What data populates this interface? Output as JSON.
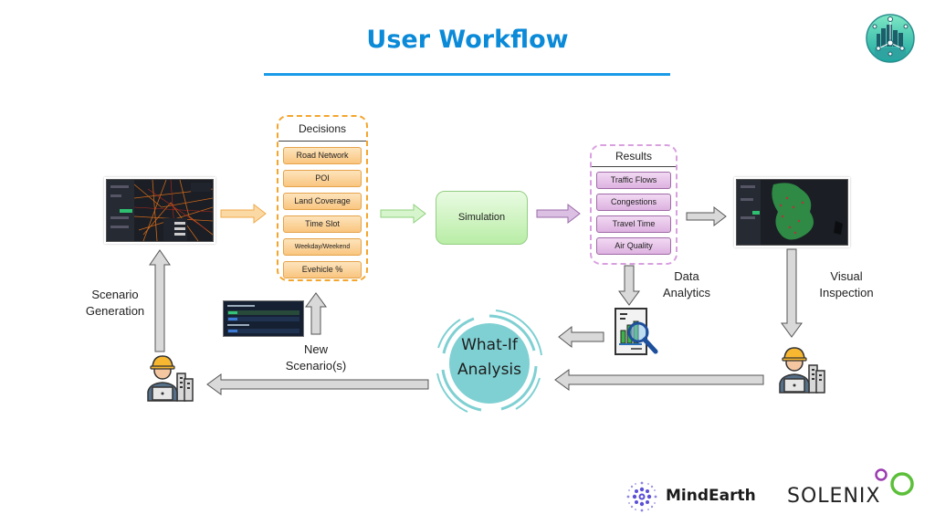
{
  "title": "User Workflow",
  "colors": {
    "title": "#0b8ad8",
    "decisions_accent": "#f4a52c",
    "results_accent": "#d9a0e0",
    "simulation_accent": "#92cf82",
    "whatif_fill": "#7fd0d3"
  },
  "decisions": {
    "header": "Decisions",
    "items": [
      "Road Network",
      "POI",
      "Land Coverage",
      "Time Slot",
      "Weekday/Weekend",
      "Evehicle %"
    ]
  },
  "simulation": {
    "label": "Simulation"
  },
  "results": {
    "header": "Results",
    "items": [
      "Traffic Flows",
      "Congestions",
      "Travel Time",
      "Air Quality"
    ]
  },
  "labels": {
    "scenario_generation": [
      "Scenario",
      "Generation"
    ],
    "new_scenarios": [
      "New",
      "Scenario(s)"
    ],
    "data_analytics": [
      "Data",
      "Analytics"
    ],
    "visual_inspection": [
      "Visual",
      "Inspection"
    ]
  },
  "whatif": {
    "lines": [
      "What-If",
      "Analysis"
    ]
  },
  "icons": {
    "top_right_logo": "smart-city-logo-icon",
    "user_left": "engineer-user-icon",
    "user_right": "engineer-user-icon",
    "analytics": "report-magnifier-icon"
  },
  "footer": {
    "mindearth": "MindEarth",
    "solenix": "SOLENIX"
  }
}
